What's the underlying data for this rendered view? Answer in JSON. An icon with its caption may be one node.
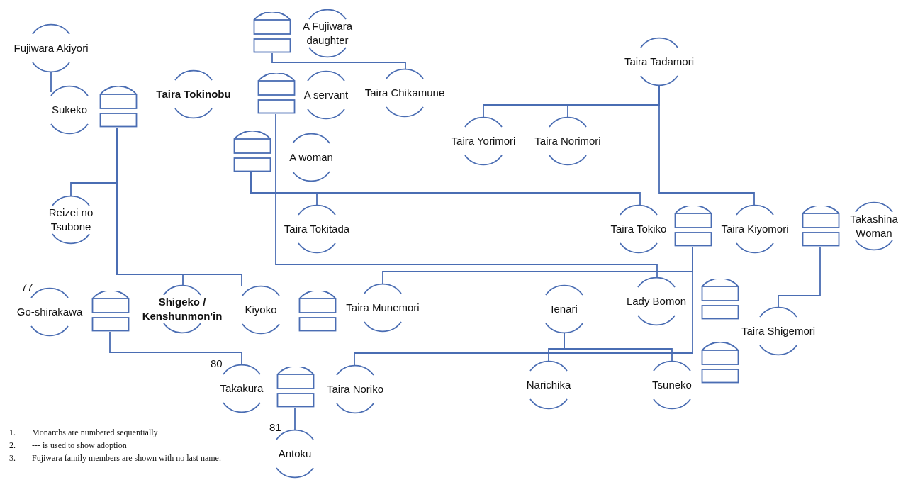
{
  "diagram": {
    "nodes": [
      {
        "text": [
          "Fujiwara Akiyori"
        ]
      },
      {
        "text": [
          "Sukeko"
        ]
      },
      {
        "text": [],
        "shape": "box"
      },
      {
        "text": [
          "Taira Tokinobu"
        ]
      },
      {
        "text": [],
        "shape": "box"
      },
      {
        "text": [
          "A Fujiwara daughter"
        ]
      },
      {
        "text": [],
        "shape": "box"
      },
      {
        "text": [
          "A servant"
        ]
      },
      {
        "text": [
          "Taira Chikamune"
        ]
      },
      {
        "text": [
          "Taira Tadamori"
        ]
      },
      {
        "text": [
          "Taira Yorimori"
        ]
      },
      {
        "text": [
          "Taira Norimori"
        ]
      },
      {
        "text": [],
        "shape": "box"
      },
      {
        "text": [
          "A woman"
        ]
      },
      {
        "text": [
          "Reizei no Tsubone"
        ]
      },
      {
        "text": [
          "Taira Tokitada"
        ]
      },
      {
        "text": [
          "Taira Tokiko"
        ]
      },
      {
        "text": [],
        "shape": "box"
      },
      {
        "text": [
          "Taira Kiyomori"
        ]
      },
      {
        "text": [],
        "shape": "box"
      },
      {
        "text": [
          "Takashina Woman"
        ]
      },
      {
        "text": [
          "Go-shirakawa"
        ],
        "beside": [
          "77"
        ]
      },
      {
        "text": [],
        "shape": "box"
      },
      {
        "text": [
          "Shigeko / Kenshunmon'in"
        ]
      },
      {
        "text": [
          "Kiyoko"
        ]
      },
      {
        "text": [],
        "shape": "box"
      },
      {
        "text": [
          "Taira Munemori"
        ]
      },
      {
        "text": [
          "Ienari"
        ]
      },
      {
        "text": [
          "Lady Bōmon"
        ]
      },
      {
        "text": [],
        "shape": "box"
      },
      {
        "text": [
          "Taira Shigemori"
        ]
      },
      {
        "text": [
          "Takakura"
        ],
        "beside": [
          "80"
        ]
      },
      {
        "text": [],
        "shape": "box"
      },
      {
        "text": [
          "Taira Noriko"
        ]
      },
      {
        "text": [
          "Narichika"
        ]
      },
      {
        "text": [
          "Tsuneko"
        ]
      },
      {
        "text": [],
        "shape": "box"
      },
      {
        "text": [
          "Antoku"
        ],
        "beside": [
          "81"
        ]
      }
    ],
    "edges": [
      {
        "from": 0,
        "to": 1,
        "arrow": "none"
      },
      {
        "from": 2,
        "to": 14,
        "arrow": "none"
      },
      {
        "from": 2,
        "to": 23,
        "arrow": "none"
      },
      {
        "from": 2,
        "to": 24,
        "arrow": "none"
      },
      {
        "from": 4,
        "to": 8,
        "arrow": "none"
      },
      {
        "from": 6,
        "to": 28,
        "arrow": "none"
      },
      {
        "from": 12,
        "to": 15,
        "arrow": "none"
      },
      {
        "from": 12,
        "to": 16,
        "arrow": "none"
      },
      {
        "from": 9,
        "to": 10,
        "arrow": "none"
      },
      {
        "from": 9,
        "to": 11,
        "arrow": "none"
      },
      {
        "from": 9,
        "to": 18,
        "arrow": "none"
      },
      {
        "from": 17,
        "to": 26,
        "arrow": "none"
      },
      {
        "from": 17,
        "to": 33,
        "arrow": "none"
      },
      {
        "from": 27,
        "to": 34,
        "arrow": "none"
      },
      {
        "from": 27,
        "to": 35,
        "arrow": "none"
      },
      {
        "from": 19,
        "to": 30,
        "arrow": "none"
      },
      {
        "from": 22,
        "to": 31,
        "arrow": "none"
      },
      {
        "from": 32,
        "to": 37,
        "arrow": "none"
      }
    ],
    "labels": [
      "1.",
      "Monarchs are numbered sequentially",
      "2.",
      "--- is used to show adoption",
      "3.",
      "Fujiwara family members are shown with no last name."
    ]
  }
}
